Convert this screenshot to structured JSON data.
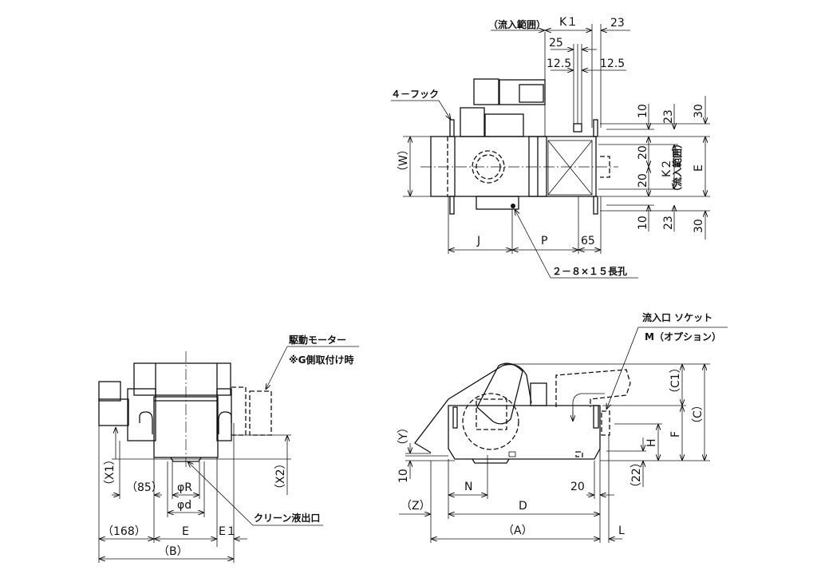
{
  "top_view": {
    "inflow_range": "（流入範囲）",
    "k1": "K１",
    "dim_23_top": "23",
    "dim_25": "25",
    "dim_12_5_left": "12.5",
    "dim_12_5_right": "12.5",
    "hooks": "４－フック",
    "w": "（W）",
    "j": "J",
    "p": "P",
    "dim_65": "65",
    "slot": "２－８×１５長孔",
    "right_dims": {
      "d10_top": "10",
      "d20_top": "20",
      "d20_bot": "20",
      "d10_bot": "10",
      "d23_top": "23",
      "k2": "K２",
      "k2_note": "（流入範囲）",
      "d23_bot": "23",
      "d30_top": "30",
      "e": "E",
      "d30_bot": "30"
    }
  },
  "end_view": {
    "motor_label": "駆動モーター",
    "motor_note": "※G側取付け時",
    "x1": "（X1）",
    "x2": "（X2）",
    "d85": "（85）",
    "phi_r": "φR",
    "phi_d": "φd",
    "outlet": "クリーン液出口",
    "d168": "（168）",
    "e": "E",
    "e1": "E１",
    "b": "（B）"
  },
  "side_view": {
    "socket_label": "流入口 ソケット",
    "socket_note": "M（オプション）",
    "c1": "（C1）",
    "c": "（C）",
    "f": "F",
    "h": "H",
    "d22": "（22）",
    "y": "（Y）",
    "d10": "10",
    "n": "N",
    "d20": "20",
    "z": "（Z）",
    "d": "D",
    "a": "（A）",
    "l": "L"
  }
}
